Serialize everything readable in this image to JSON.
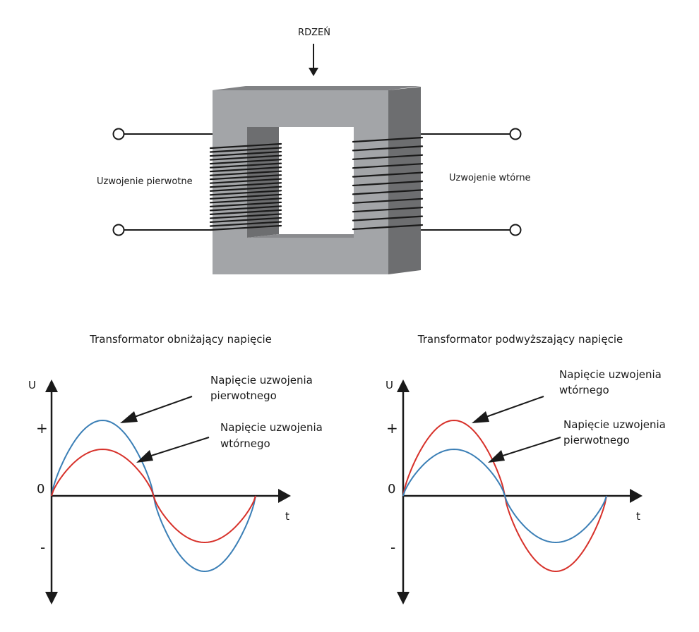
{
  "transformer": {
    "core_label": "RDZEŃ",
    "primary_label": "Uzwojenie pierwotne",
    "secondary_label": "Uzwojenie wtórne"
  },
  "colors": {
    "core_front": "#a3a5a8",
    "core_side": "#6d6e70",
    "core_top": "#818285",
    "winding": "#1a1a1a",
    "blue_wave": "#3b7fb6",
    "red_wave": "#d7312a"
  },
  "panels": [
    {
      "title": "Transformator obniżający napięcie",
      "y_axis_label": "U",
      "plus_label": "+",
      "zero_label": "0",
      "minus_label": "-",
      "x_axis_label": "t",
      "annotation_upper": {
        "line1": "Napięcie uzwojenia",
        "line2": "pierwotnego"
      },
      "annotation_lower": {
        "line1": "Napięcie uzwojenia",
        "line2": "wtórnego"
      },
      "large_wave_color": "blue",
      "small_wave_color": "red"
    },
    {
      "title": "Transformator podwyższający napięcie",
      "y_axis_label": "U",
      "plus_label": "+",
      "zero_label": "0",
      "minus_label": "-",
      "x_axis_label": "t",
      "annotation_upper": {
        "line1": "Napięcie uzwojenia",
        "line2": "wtórnego"
      },
      "annotation_lower": {
        "line1": "Napięcie uzwojenia",
        "line2": "pierwotnego"
      },
      "large_wave_color": "red",
      "small_wave_color": "blue"
    }
  ]
}
